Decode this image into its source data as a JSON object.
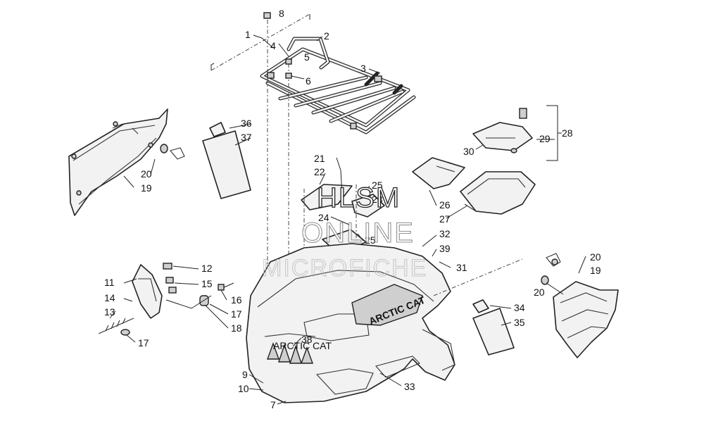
{
  "watermark": {
    "line1": "HLSM",
    "line2": "ONLINE",
    "line3": "MICROFICHE"
  },
  "decal_logo": "ARCTIC CAT",
  "grille_badge": "ARCTIC CAT",
  "callouts": {
    "c1": "1",
    "c2": "2",
    "c3": "3",
    "c4": "4",
    "c5": "5",
    "c6": "6",
    "c7": "7",
    "c8": "8",
    "c9": "9",
    "c10": "10",
    "c11": "11",
    "c12": "12",
    "c13": "13",
    "c14": "14",
    "c15": "15",
    "c16": "16",
    "c17a": "17",
    "c17b": "17",
    "c18": "18",
    "c19a": "19",
    "c19b": "19",
    "c20a": "20",
    "c20b": "20",
    "c20c": "20",
    "c21": "21",
    "c22": "22",
    "c23": "23",
    "c24": "24",
    "c25a": "25",
    "c25b": "25",
    "c26": "26",
    "c27": "27",
    "c28": "28",
    "c29": "29",
    "c30": "30",
    "c31": "31",
    "c32": "32",
    "c33": "33",
    "c34": "34",
    "c35": "35",
    "c36": "36",
    "c37": "37",
    "c38": "38",
    "c39": "39"
  }
}
